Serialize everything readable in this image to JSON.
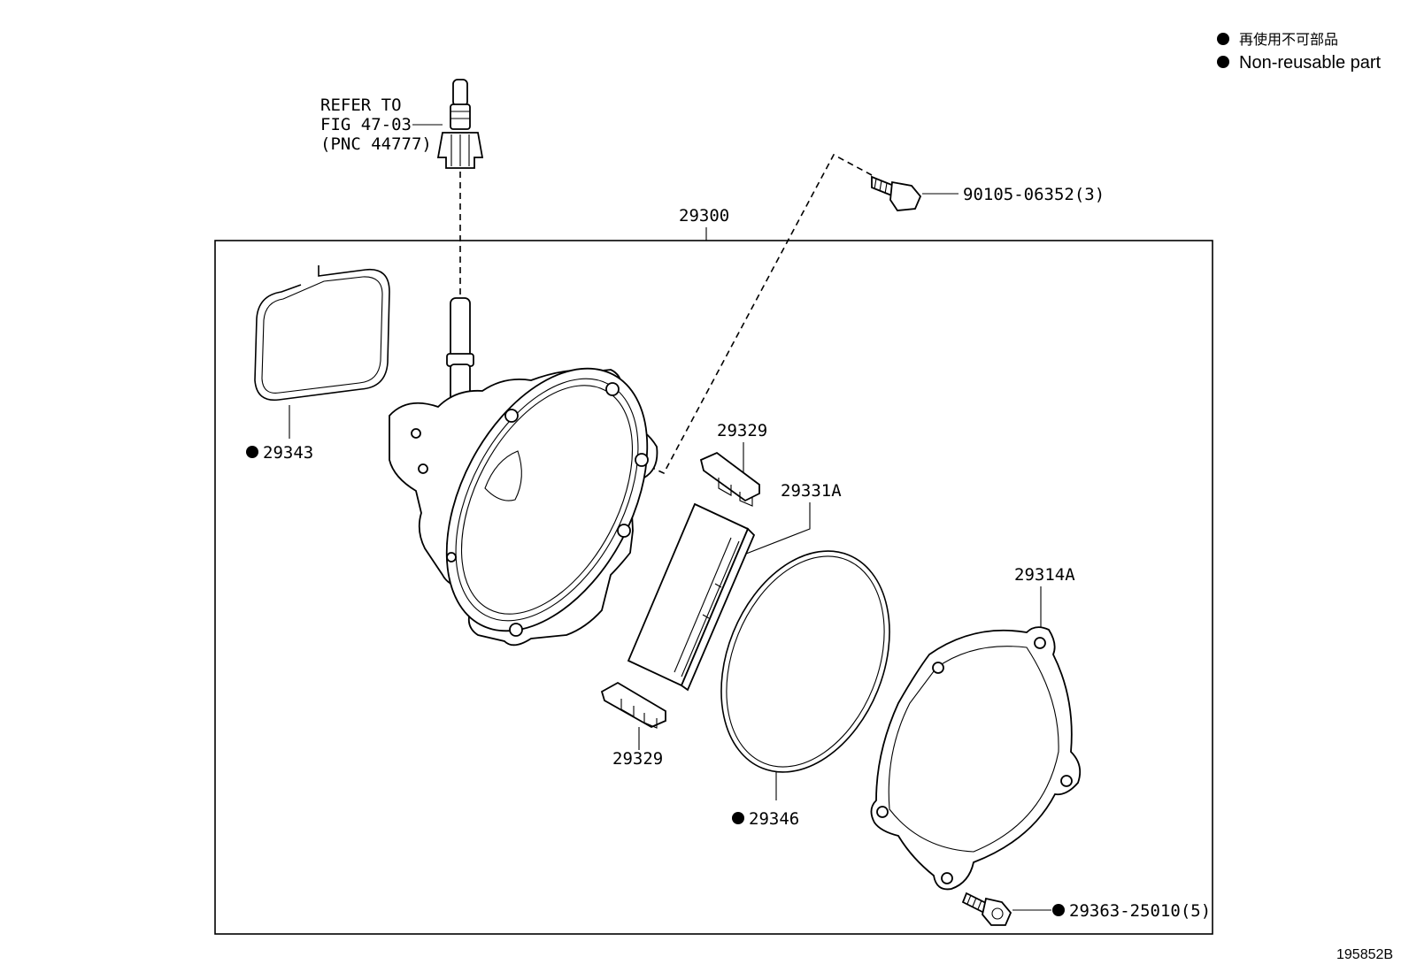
{
  "legend": {
    "line1": "再使用不可部品",
    "line2": "Non-reusable part"
  },
  "reference": {
    "line1": "REFER TO",
    "line2": "FIG 47-03",
    "line3": "(PNC 44777)"
  },
  "labels": {
    "assembly": "29300",
    "bolt": "90105-06352(3)",
    "gasket_top": "29343",
    "vane_upper": "29329",
    "rotor": "29331A",
    "cover": "29314A",
    "vane_lower": "29329",
    "oring": "29346",
    "screw": "29363-25010(5)"
  },
  "illustration_id": "195852B",
  "non_reusable_marker_color": "#000000"
}
